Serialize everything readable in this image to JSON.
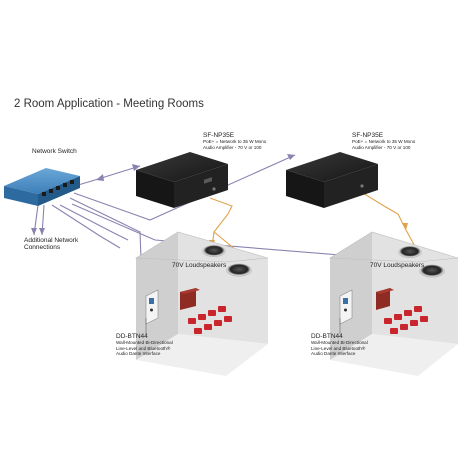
{
  "title": "2 Room Application - Meeting Rooms",
  "network_switch": {
    "label": "Network Switch"
  },
  "additional": {
    "line1": "Additional Network",
    "line2": "Connections"
  },
  "amp1": {
    "model": "SF-NP35E",
    "desc1": "PoE+ = Network to 35 W Mono",
    "desc2": "Audio Amplifier - 70 V or 100"
  },
  "amp2": {
    "model": "SF-NP35E",
    "desc1": "PoE+ = Network to 35 W Mono",
    "desc2": "Audio Amplifier - 70 V or 100"
  },
  "room1": {
    "speakers_label": "70V Loudspeakers",
    "device_model": "DD-BTN44",
    "device_desc1": "Wall-Mounted Bi-Directional",
    "device_desc2": "Line-Level and Bluetooth®",
    "device_desc3": "Audio Dante Interface"
  },
  "room2": {
    "speakers_label": "70V Loudspeakers",
    "device_model": "DD-BTN44",
    "device_desc1": "Wall-Mounted Bi-Directional",
    "device_desc2": "Line-Level and Bluetooth®",
    "device_desc3": "Audio Dante Interface"
  },
  "colors": {
    "network_cable": "#8a83b0",
    "speaker_cable": "#e0a24a",
    "switch_blue": "#3d7fb8",
    "amp_black": "#1c1c1c",
    "wall_back": "#dcdcdc",
    "wall_side": "#c8c8c8",
    "floor": "#ececec",
    "chair_red": "#c8262c",
    "cabinet_red": "#8e2b23"
  }
}
